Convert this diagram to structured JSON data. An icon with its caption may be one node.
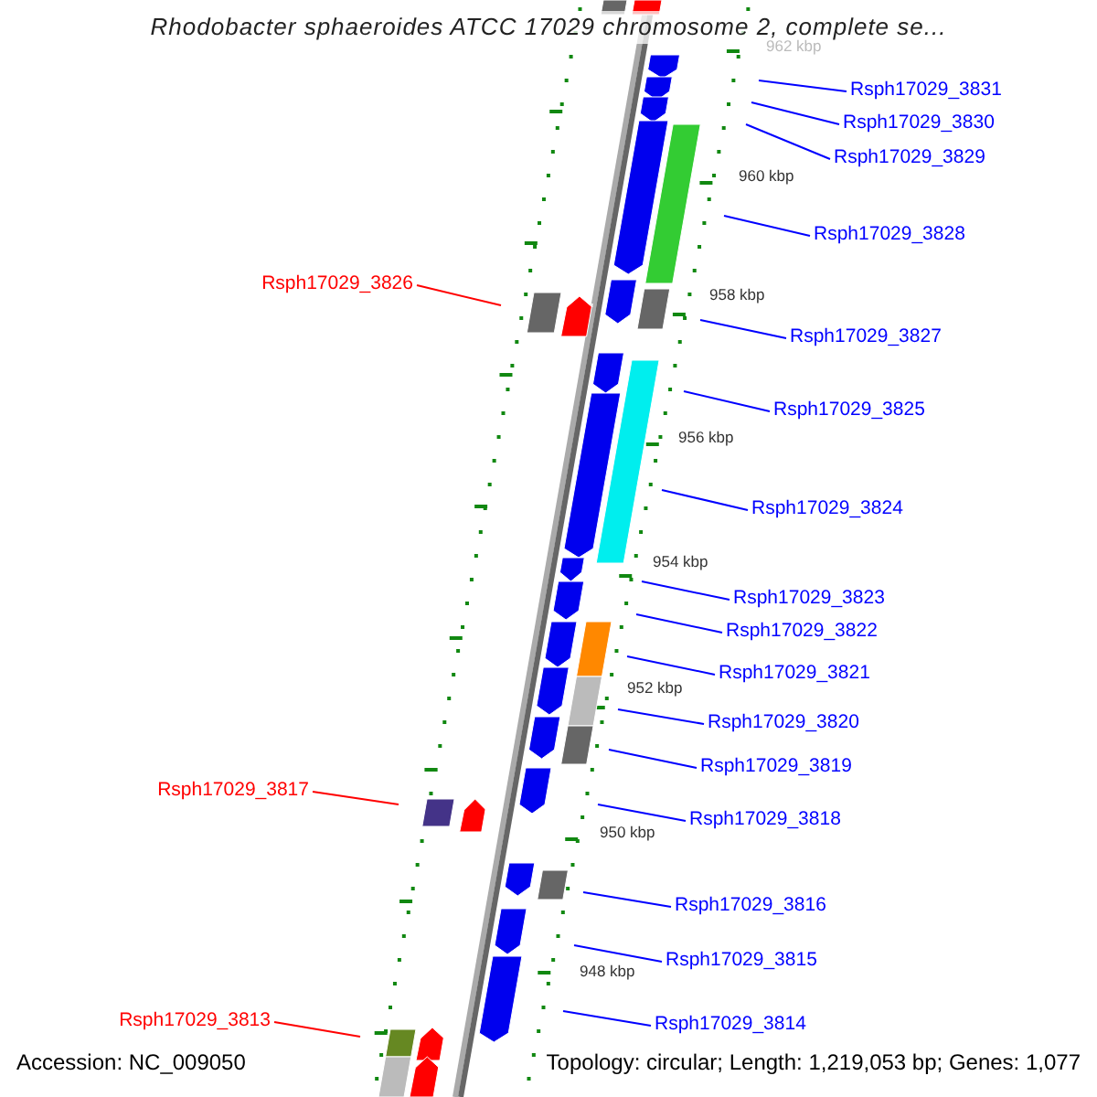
{
  "diagram": {
    "title": "Rhodobacter sphaeroides ATCC 17029 chromosome 2, complete se...",
    "nodes": [
      {
        "text": [
          "Rsph17029_3831"
        ]
      },
      {
        "text": [
          "Rsph17029_3830"
        ]
      },
      {
        "text": [
          "Rsph17029_3829"
        ]
      },
      {
        "text": [
          "Rsph17029_3828"
        ]
      },
      {
        "text": [
          "Rsph17029_3826"
        ]
      },
      {
        "text": [
          "Rsph17029_3827"
        ]
      },
      {
        "text": [
          "Rsph17029_3825"
        ]
      },
      {
        "text": [
          "Rsph17029_3824"
        ]
      },
      {
        "text": [
          "Rsph17029_3823"
        ]
      },
      {
        "text": [
          "Rsph17029_3822"
        ]
      },
      {
        "text": [
          "Rsph17029_3821"
        ]
      },
      {
        "text": [
          "Rsph17029_3820"
        ]
      },
      {
        "text": [
          "Rsph17029_3819"
        ]
      },
      {
        "text": [
          "Rsph17029_3817"
        ]
      },
      {
        "text": [
          "Rsph17029_3818"
        ]
      },
      {
        "text": [
          "Rsph17029_3816"
        ]
      },
      {
        "text": [
          "Rsph17029_3815"
        ]
      },
      {
        "text": [
          "Rsph17029_3814"
        ]
      },
      {
        "text": [
          "Rsph17029_3813"
        ]
      }
    ],
    "edges": [
      {
        "from": 0,
        "to": null,
        "arrow": "none"
      },
      {
        "from": 1,
        "to": null,
        "arrow": "none"
      },
      {
        "from": 2,
        "to": null,
        "arrow": "none"
      },
      {
        "from": 3,
        "to": null,
        "arrow": "none"
      },
      {
        "from": 4,
        "to": null,
        "arrow": "none",
        "color": "#ff0000"
      },
      {
        "from": 5,
        "to": null,
        "arrow": "none"
      },
      {
        "from": 6,
        "to": null,
        "arrow": "none"
      },
      {
        "from": 7,
        "to": null,
        "arrow": "none"
      },
      {
        "from": 8,
        "to": null,
        "arrow": "none"
      },
      {
        "from": 9,
        "to": null,
        "arrow": "none"
      },
      {
        "from": 10,
        "to": null,
        "arrow": "none"
      },
      {
        "from": 11,
        "to": null,
        "arrow": "none"
      },
      {
        "from": 12,
        "to": null,
        "arrow": "none"
      },
      {
        "from": 13,
        "to": null,
        "arrow": "none",
        "color": "#ff0000"
      },
      {
        "from": 14,
        "to": null,
        "arrow": "none"
      },
      {
        "from": 15,
        "to": null,
        "arrow": "none"
      },
      {
        "from": 16,
        "to": null,
        "arrow": "none"
      },
      {
        "from": 17,
        "to": null,
        "arrow": "none"
      },
      {
        "from": 18,
        "to": null,
        "arrow": "none",
        "color": "#ff0000"
      }
    ],
    "labels": [
      "962 kbp",
      "960 kbp",
      "958 kbp",
      "956 kbp",
      "954 kbp",
      "952 kbp",
      "950 kbp",
      "948 kbp",
      "Accession: NC_009050",
      "Topology: circular; Length: 1,219,053 bp; Genes: 1,077"
    ]
  }
}
